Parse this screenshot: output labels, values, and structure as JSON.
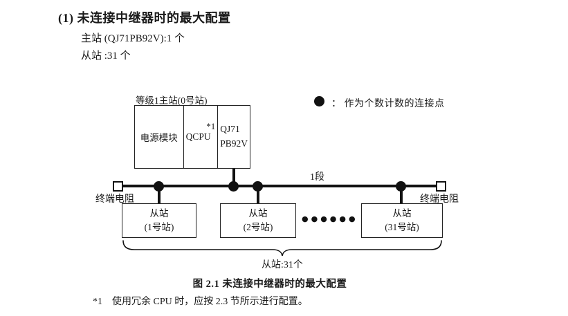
{
  "colors": {
    "ink": "#1a1a1a",
    "line": "#111111",
    "background": "#ffffff"
  },
  "heading": {
    "text": "(1) 未连接中继器时的最大配置"
  },
  "intro": {
    "master": "主站 (QJ71PB92V):1 个",
    "slaves": "从站 :31 个"
  },
  "diagram": {
    "master_station": {
      "label": "等级1主站(0号站)",
      "modules": {
        "power": "电源模块",
        "cpu": "QCPU",
        "cpu_note": "*1",
        "pb_line1": "QJ71",
        "pb_line2": "PB92V"
      }
    },
    "legend": {
      "icon": "filled-circle",
      "text": "： 作为个数计数的连接点"
    },
    "segment_label": "1段",
    "terminators": {
      "left": "终端电阻",
      "right": "终端电阻"
    },
    "slaves": [
      {
        "name": "从站",
        "station": "(1号站)"
      },
      {
        "name": "从站",
        "station": "(2号站)"
      },
      {
        "name": "从站",
        "station": "(31号站)"
      }
    ],
    "ellipsis": "●●●●●●",
    "brace_label": "从站:31个"
  },
  "figure": {
    "caption": "图 2.1 未连接中继器时的最大配置"
  },
  "footnote": {
    "marker": "*1",
    "text": "使用冗余 CPU 时，应按 2.3 节所示进行配置。"
  }
}
